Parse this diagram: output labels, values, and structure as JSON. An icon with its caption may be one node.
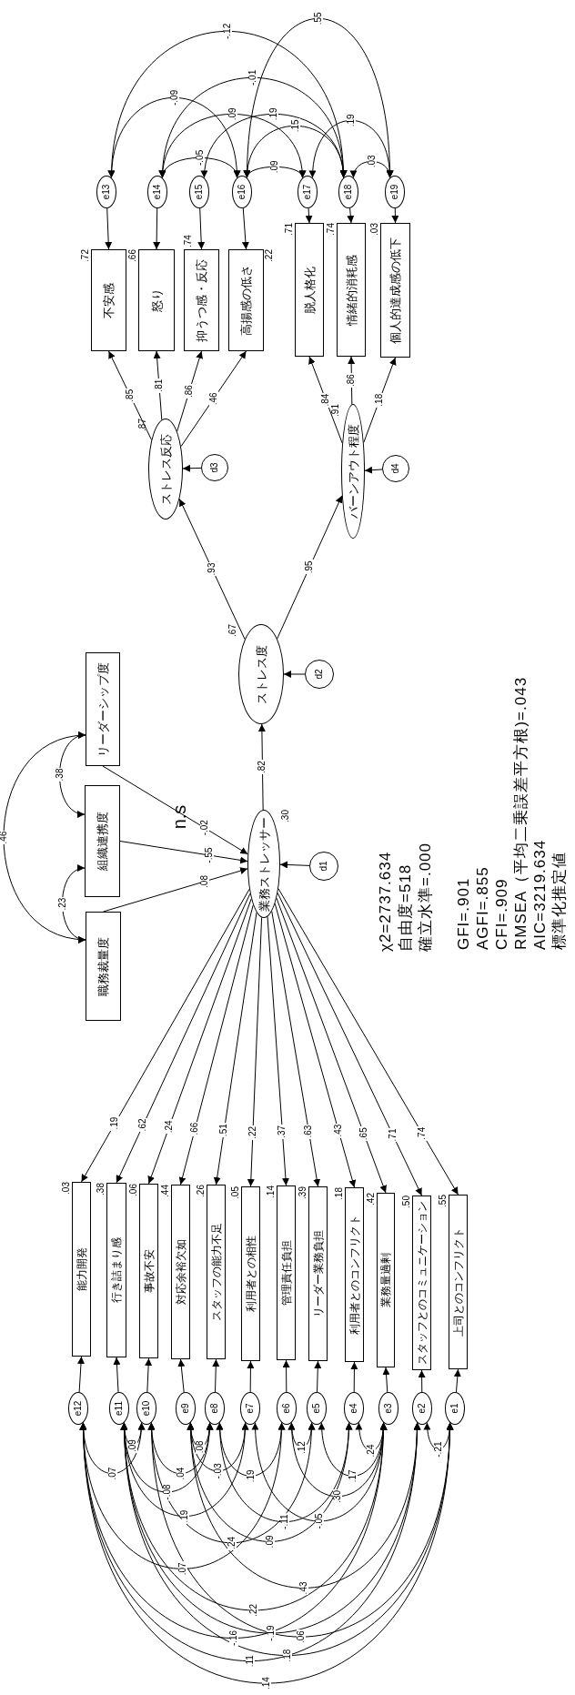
{
  "diagram": {
    "nodes": [
      {
        "text": [
          "職務裁量度"
        ]
      },
      {
        "text": [
          "組織連携度"
        ]
      },
      {
        "text": [
          "リーダーシップ度"
        ]
      },
      {
        "text": [
          "業務ストレッサー"
        ],
        "beside": [
          ".30"
        ]
      },
      {
        "text": [
          "d1"
        ]
      },
      {
        "text": [
          "ストレス度"
        ],
        "beside": [
          ".67"
        ]
      },
      {
        "text": [
          "d2"
        ]
      },
      {
        "text": [
          "ストレス反応"
        ],
        "beside": [
          ".87"
        ]
      },
      {
        "text": [
          "d3"
        ]
      },
      {
        "text": [
          "バーンアウト程度"
        ],
        "beside": [
          ".91"
        ]
      },
      {
        "text": [
          "d4"
        ]
      },
      {
        "text": [
          "不安感"
        ],
        "beside": [
          ".72"
        ]
      },
      {
        "text": [
          "怒り"
        ],
        "beside": [
          ".66"
        ]
      },
      {
        "text": [
          "抑うつ感・反応"
        ],
        "beside": [
          ".74"
        ]
      },
      {
        "text": [
          "高揚感の低さ"
        ],
        "beside": [
          ".22"
        ]
      },
      {
        "text": [
          "脱人格化"
        ],
        "beside": [
          ".71"
        ]
      },
      {
        "text": [
          "情緒的消耗感"
        ],
        "beside": [
          ".74"
        ]
      },
      {
        "text": [
          "個人的達成感の低下"
        ],
        "beside": [
          ".03"
        ]
      },
      {
        "text": [
          "e13"
        ]
      },
      {
        "text": [
          "e14"
        ]
      },
      {
        "text": [
          "e15"
        ]
      },
      {
        "text": [
          "e16"
        ]
      },
      {
        "text": [
          "e17"
        ]
      },
      {
        "text": [
          "e18"
        ]
      },
      {
        "text": [
          "e19"
        ]
      },
      {
        "text": [
          "能力開発"
        ],
        "beside": [
          ".03"
        ]
      },
      {
        "text": [
          "行き詰まり感"
        ],
        "beside": [
          ".38"
        ]
      },
      {
        "text": [
          "事故不安"
        ],
        "beside": [
          ".06"
        ]
      },
      {
        "text": [
          "対応余裕欠如"
        ],
        "beside": [
          ".44"
        ]
      },
      {
        "text": [
          "スタッフの能力不足"
        ],
        "beside": [
          ".26"
        ]
      },
      {
        "text": [
          "利用者との相性"
        ],
        "beside": [
          ".05"
        ]
      },
      {
        "text": [
          "管理責任負担"
        ],
        "beside": [
          ".14"
        ]
      },
      {
        "text": [
          "リーダー業務負担"
        ],
        "beside": [
          ".39"
        ]
      },
      {
        "text": [
          "利用者とのコンフリクト"
        ],
        "beside": [
          ".18"
        ]
      },
      {
        "text": [
          "業務量過剰"
        ],
        "beside": [
          ".42"
        ]
      },
      {
        "text": [
          "スタッフとのコミュニケーション"
        ],
        "beside": [
          ".50"
        ]
      },
      {
        "text": [
          "上司とのコンフリクト"
        ],
        "beside": [
          ".55"
        ]
      },
      {
        "text": [
          "e12"
        ]
      },
      {
        "text": [
          "e11"
        ]
      },
      {
        "text": [
          "e10"
        ]
      },
      {
        "text": [
          "e9"
        ]
      },
      {
        "text": [
          "e8"
        ]
      },
      {
        "text": [
          "e7"
        ]
      },
      {
        "text": [
          "e6"
        ]
      },
      {
        "text": [
          "e5"
        ]
      },
      {
        "text": [
          "e4"
        ]
      },
      {
        "text": [
          "e3"
        ]
      },
      {
        "text": [
          "e2"
        ]
      },
      {
        "text": [
          "e1"
        ]
      }
    ],
    "edges": [
      {
        "from": 0,
        "to": 3,
        "arrow": "to",
        "label": ".08"
      },
      {
        "from": 1,
        "to": 3,
        "arrow": "to",
        "label": "-.55"
      },
      {
        "from": 2,
        "to": 3,
        "arrow": "to",
        "label": "-.02"
      },
      {
        "from": 4,
        "to": 3,
        "arrow": "to"
      },
      {
        "from": 3,
        "to": 5,
        "arrow": "to",
        "label": ".82"
      },
      {
        "from": 6,
        "to": 5,
        "arrow": "to"
      },
      {
        "from": 5,
        "to": 7,
        "arrow": "to",
        "label": ".93"
      },
      {
        "from": 5,
        "to": 9,
        "arrow": "to",
        "label": ".95"
      },
      {
        "from": 8,
        "to": 7,
        "arrow": "to"
      },
      {
        "from": 10,
        "to": 9,
        "arrow": "to"
      },
      {
        "from": 7,
        "to": 11,
        "arrow": "to",
        "label": ".85"
      },
      {
        "from": 7,
        "to": 12,
        "arrow": "to",
        "label": ".81"
      },
      {
        "from": 7,
        "to": 13,
        "arrow": "to",
        "label": ".86"
      },
      {
        "from": 7,
        "to": 14,
        "arrow": "to",
        "label": ".46"
      },
      {
        "from": 9,
        "to": 15,
        "arrow": "to",
        "label": ".84"
      },
      {
        "from": 9,
        "to": 16,
        "arrow": "to",
        "label": ".86"
      },
      {
        "from": 9,
        "to": 17,
        "arrow": "to",
        "label": ".18"
      },
      {
        "from": 18,
        "to": 11,
        "arrow": "to"
      },
      {
        "from": 19,
        "to": 12,
        "arrow": "to"
      },
      {
        "from": 20,
        "to": 13,
        "arrow": "to"
      },
      {
        "from": 21,
        "to": 14,
        "arrow": "to"
      },
      {
        "from": 22,
        "to": 15,
        "arrow": "to"
      },
      {
        "from": 23,
        "to": 16,
        "arrow": "to"
      },
      {
        "from": 24,
        "to": 17,
        "arrow": "to"
      },
      {
        "from": 3,
        "to": 25,
        "arrow": "to",
        "label": ".19"
      },
      {
        "from": 3,
        "to": 26,
        "arrow": "to",
        "label": ".62"
      },
      {
        "from": 3,
        "to": 27,
        "arrow": "to",
        "label": ".24"
      },
      {
        "from": 3,
        "to": 28,
        "arrow": "to",
        "label": ".66"
      },
      {
        "from": 3,
        "to": 29,
        "arrow": "to",
        "label": ".51"
      },
      {
        "from": 3,
        "to": 30,
        "arrow": "to",
        "label": ".22"
      },
      {
        "from": 3,
        "to": 31,
        "arrow": "to",
        "label": ".37"
      },
      {
        "from": 3,
        "to": 32,
        "arrow": "to",
        "label": ".63"
      },
      {
        "from": 3,
        "to": 33,
        "arrow": "to",
        "label": ".43"
      },
      {
        "from": 3,
        "to": 34,
        "arrow": "to",
        "label": ".65"
      },
      {
        "from": 3,
        "to": 35,
        "arrow": "to",
        "label": ".71"
      },
      {
        "from": 3,
        "to": 36,
        "arrow": "to",
        "label": ".74"
      },
      {
        "from": 37,
        "to": 25,
        "arrow": "to"
      },
      {
        "from": 38,
        "to": 26,
        "arrow": "to"
      },
      {
        "from": 39,
        "to": 27,
        "arrow": "to"
      },
      {
        "from": 40,
        "to": 28,
        "arrow": "to"
      },
      {
        "from": 41,
        "to": 29,
        "arrow": "to"
      },
      {
        "from": 42,
        "to": 30,
        "arrow": "to"
      },
      {
        "from": 43,
        "to": 31,
        "arrow": "to"
      },
      {
        "from": 44,
        "to": 32,
        "arrow": "to"
      },
      {
        "from": 45,
        "to": 33,
        "arrow": "to"
      },
      {
        "from": 46,
        "to": 34,
        "arrow": "to"
      },
      {
        "from": 47,
        "to": 35,
        "arrow": "to"
      },
      {
        "from": 48,
        "to": 36,
        "arrow": "to"
      },
      {
        "from": 2,
        "to": 1,
        "arrow": "both",
        "label": ".38"
      },
      {
        "from": 1,
        "to": 0,
        "arrow": "both",
        "label": ".23"
      },
      {
        "from": 0,
        "to": 2,
        "arrow": "both",
        "label": ".46"
      },
      {
        "from": 18,
        "to": 23,
        "arrow": "both",
        "label": "-.12"
      },
      {
        "from": 21,
        "to": 24,
        "arrow": "both",
        "label": ".55"
      },
      {
        "from": 19,
        "to": 23,
        "arrow": "both",
        "label": "-.01"
      },
      {
        "from": 18,
        "to": 21,
        "arrow": "both",
        "label": "-.09"
      },
      {
        "from": 19,
        "to": 22,
        "arrow": "both",
        "label": ".09"
      },
      {
        "from": 20,
        "to": 23,
        "arrow": "both",
        "label": ".19"
      },
      {
        "from": 21,
        "to": 23,
        "arrow": "both",
        "label": ".15"
      },
      {
        "from": 22,
        "to": 24,
        "arrow": "both",
        "label": ".19"
      },
      {
        "from": 19,
        "to": 21,
        "arrow": "both",
        "label": "-.05"
      },
      {
        "from": 23,
        "to": 24,
        "arrow": "both",
        "label": ".03"
      },
      {
        "from": 21,
        "to": 22,
        "arrow": "both",
        "label": ".09"
      },
      {
        "from": 40,
        "to": 41,
        "arrow": "both",
        "label": ".08"
      },
      {
        "from": 43,
        "to": 44,
        "arrow": "both",
        "label": ".12"
      },
      {
        "from": 38,
        "to": 39,
        "arrow": "both",
        "label": ".09"
      },
      {
        "from": 39,
        "to": 41,
        "arrow": "both",
        "label": ".04"
      },
      {
        "from": 38,
        "to": 41,
        "arrow": "both",
        "label": "-.08"
      },
      {
        "from": 37,
        "to": 39,
        "arrow": "both",
        "label": ".07"
      },
      {
        "from": 40,
        "to": 42,
        "arrow": "both",
        "label": "-.03"
      },
      {
        "from": 41,
        "to": 43,
        "arrow": "both",
        "label": ".19"
      },
      {
        "from": 38,
        "to": 42,
        "arrow": "both",
        "label": ".19"
      },
      {
        "from": 37,
        "to": 43,
        "arrow": "both",
        "label": ".07"
      },
      {
        "from": 40,
        "to": 45,
        "arrow": "both",
        "label": ".09"
      },
      {
        "from": 39,
        "to": 44,
        "arrow": "both",
        "label": ".24"
      },
      {
        "from": 38,
        "to": 46,
        "arrow": "both",
        "label": ".22"
      },
      {
        "from": 37,
        "to": 47,
        "arrow": "both",
        "label": ".11"
      },
      {
        "from": 37,
        "to": 48,
        "arrow": "both",
        "label": ".14"
      },
      {
        "from": 38,
        "to": 48,
        "arrow": "both",
        "label": ".18"
      },
      {
        "from": 41,
        "to": 45,
        "arrow": "both",
        "label": "-.11"
      },
      {
        "from": 40,
        "to": 47,
        "arrow": "both",
        "label": ".43"
      },
      {
        "from": 39,
        "to": 48,
        "arrow": "both",
        "label": ".06"
      },
      {
        "from": 37,
        "to": 46,
        "arrow": "both",
        "label": "-.16"
      },
      {
        "from": 38,
        "to": 47,
        "arrow": "both",
        "label": "-.19"
      },
      {
        "from": 42,
        "to": 46,
        "arrow": "both",
        "label": "-.05"
      },
      {
        "from": 43,
        "to": 46,
        "arrow": "both",
        "label": ".30"
      },
      {
        "from": 44,
        "to": 46,
        "arrow": "both",
        "label": ".17"
      },
      {
        "from": 45,
        "to": 46,
        "arrow": "both",
        "label": ".24"
      },
      {
        "from": 47,
        "to": 48,
        "arrow": "both",
        "label": "-.21"
      }
    ],
    "labels": [
      "n.s",
      "χ2=2737.634",
      "自由度=518",
      "確立水準=.000",
      "GFI=.901",
      "AGFI=.855",
      "CFI=.909",
      "RMSEA（平均二乗誤差平方根)=.043",
      "AIC=3219.634",
      "標準化推定値"
    ]
  }
}
